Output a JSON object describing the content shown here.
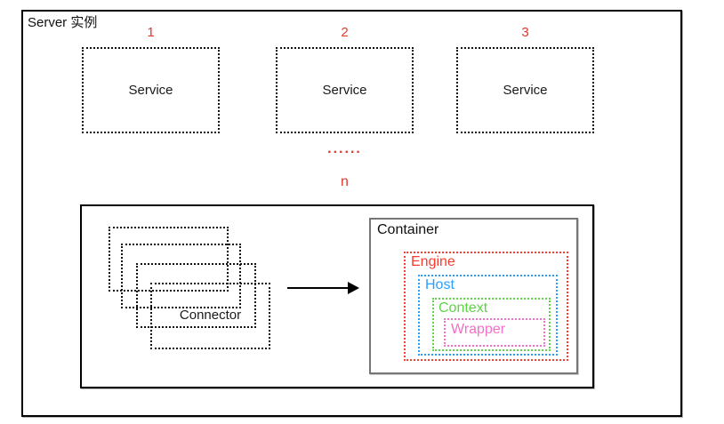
{
  "diagram": {
    "title": "Server 实例",
    "services": [
      {
        "number": "1",
        "label": "Service"
      },
      {
        "number": "2",
        "label": "Service"
      },
      {
        "number": "3",
        "label": "Service"
      }
    ],
    "more_services_dots": "......",
    "nth_service_number": "n",
    "detail": {
      "connector": {
        "label": "Connector"
      },
      "container": {
        "label": "Container",
        "layers": [
          {
            "name": "engine",
            "label": "Engine",
            "color": "#f93c2e"
          },
          {
            "name": "host",
            "label": "Host",
            "color": "#28a0ff"
          },
          {
            "name": "context",
            "label": "Context",
            "color": "#5fd348"
          },
          {
            "name": "wrapper",
            "label": "Wrapper",
            "color": "#f66ec9"
          }
        ]
      }
    },
    "icons": {
      "flow_arrow": "arrow-right"
    },
    "colors": {
      "accent_red": "#e0392e",
      "box_border": "#000000",
      "container_border": "#767676"
    }
  }
}
